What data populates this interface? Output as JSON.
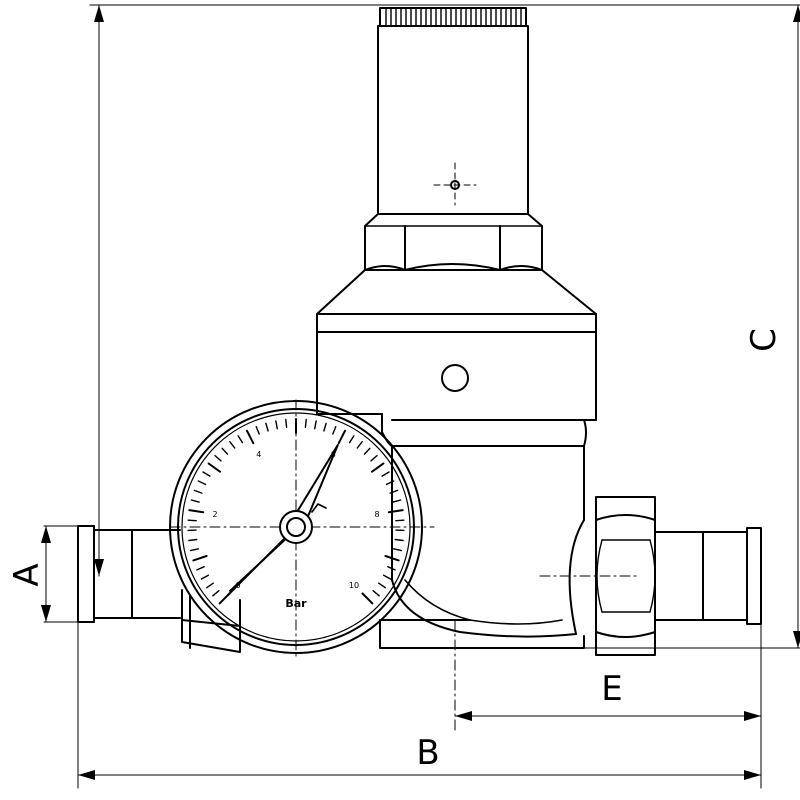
{
  "dimensions": {
    "A": "A",
    "B": "B",
    "C": "C",
    "E": "E"
  },
  "gauge": {
    "unit": "Bar",
    "labels": [
      "0",
      "2",
      "4",
      "6",
      "8",
      "10"
    ],
    "min": 0,
    "max": 10,
    "needle_value": 6
  },
  "colors": {
    "line": "#000000",
    "background": "#ffffff"
  }
}
